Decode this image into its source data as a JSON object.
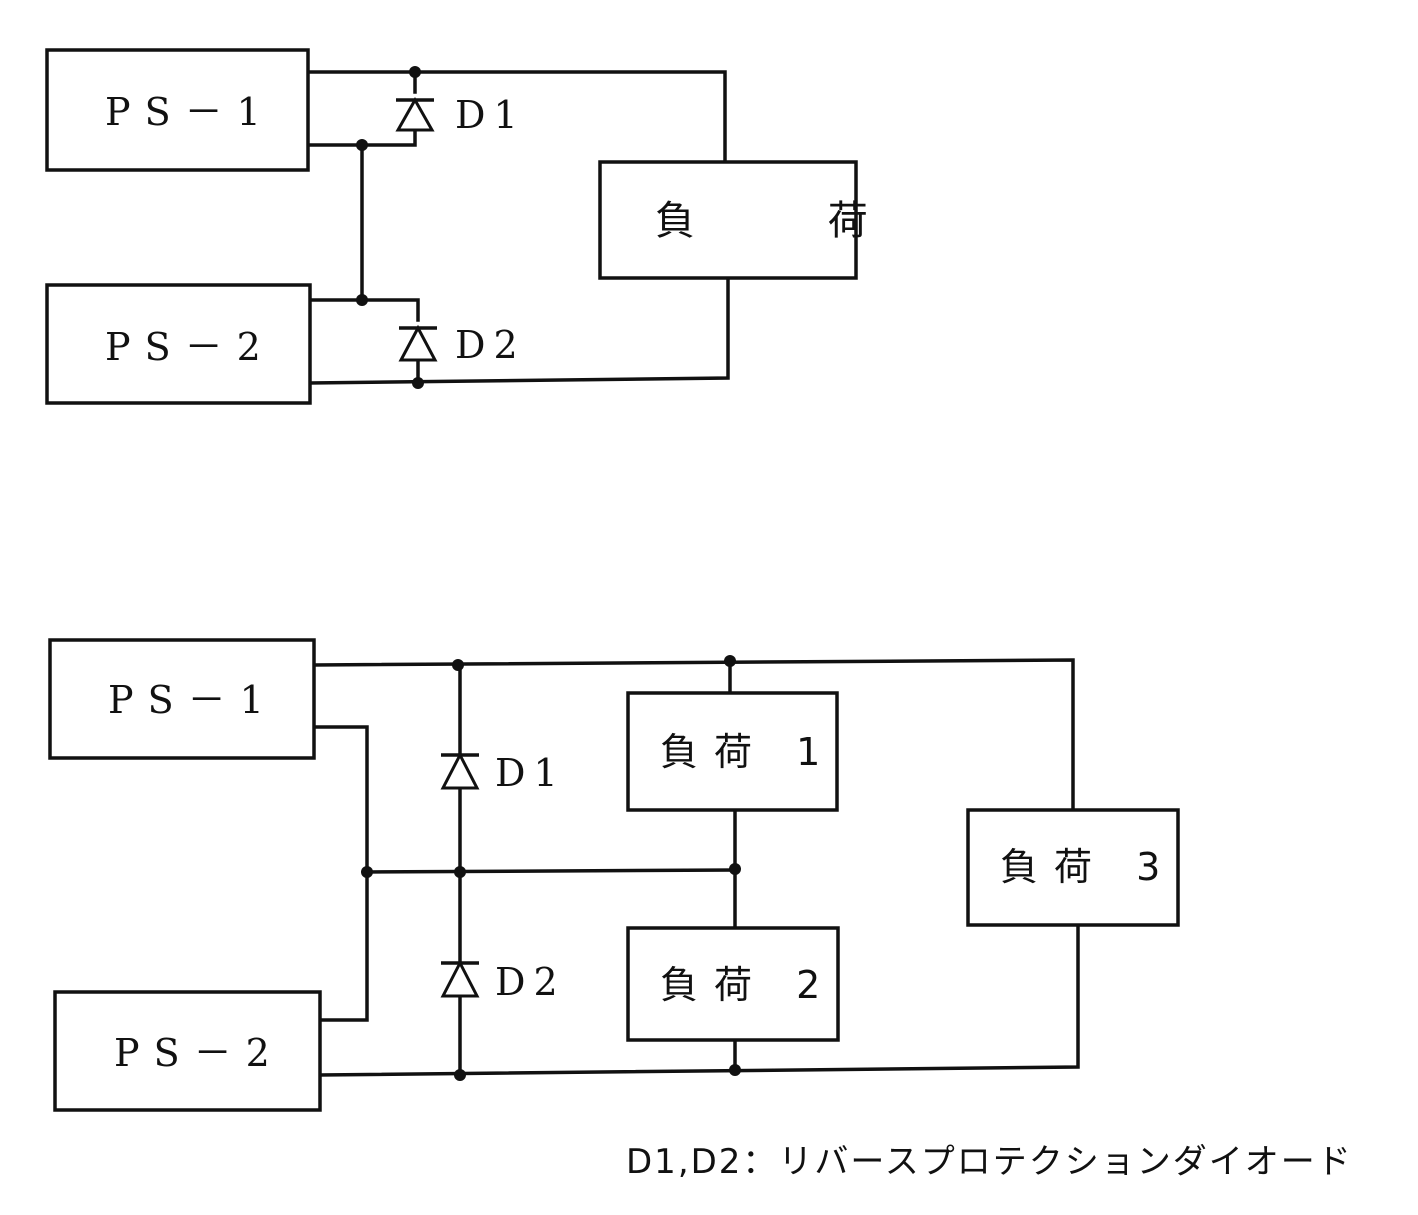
{
  "diagram_top": {
    "ps1_label": "PS－1",
    "ps2_label": "PS－2",
    "d1_label": "D1",
    "d2_label": "D2",
    "load_label": "負 荷"
  },
  "diagram_bottom": {
    "ps1_label": "PS－1",
    "ps2_label": "PS－2",
    "d1_label": "D1",
    "d2_label": "D2",
    "load1_label": "負荷 1",
    "load2_label": "負荷 2",
    "load3_label": "負荷 3"
  },
  "caption": "D1,D2：リバースプロテクションダイオード"
}
